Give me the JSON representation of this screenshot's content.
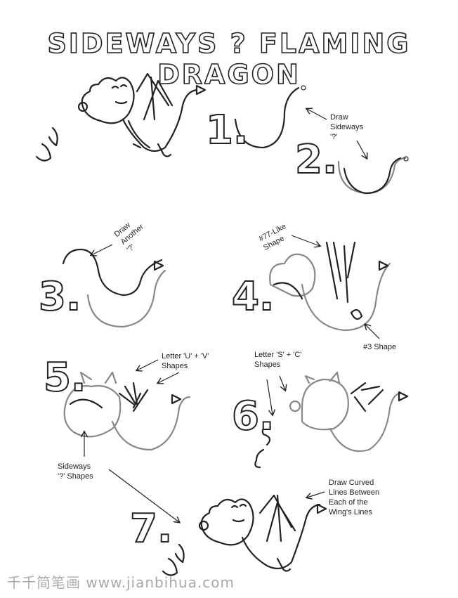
{
  "title": "SIDEWAYS ? FLAMING DRAGON",
  "steps": [
    "1.",
    "2.",
    "3.",
    "4.",
    "5.",
    "6.",
    "7."
  ],
  "notes": {
    "draw_sideways": "Draw\nSideways\n'?'",
    "draw_another": "Draw\nAnother\n'?'",
    "like77": "#77-Like\nShape",
    "shape3": "#3  Shape",
    "letter_uv": "Letter 'U' + 'V'\nShapes",
    "letter_sc": "Letter 'S' + 'C'\nShapes",
    "sideways_shapes": "Sideways\n'?' Shapes",
    "curved_lines": "Draw Curved\nLines Between\nEach of the\nWing's Lines"
  },
  "watermark": "千千简笔画 www.jianbihua.com"
}
